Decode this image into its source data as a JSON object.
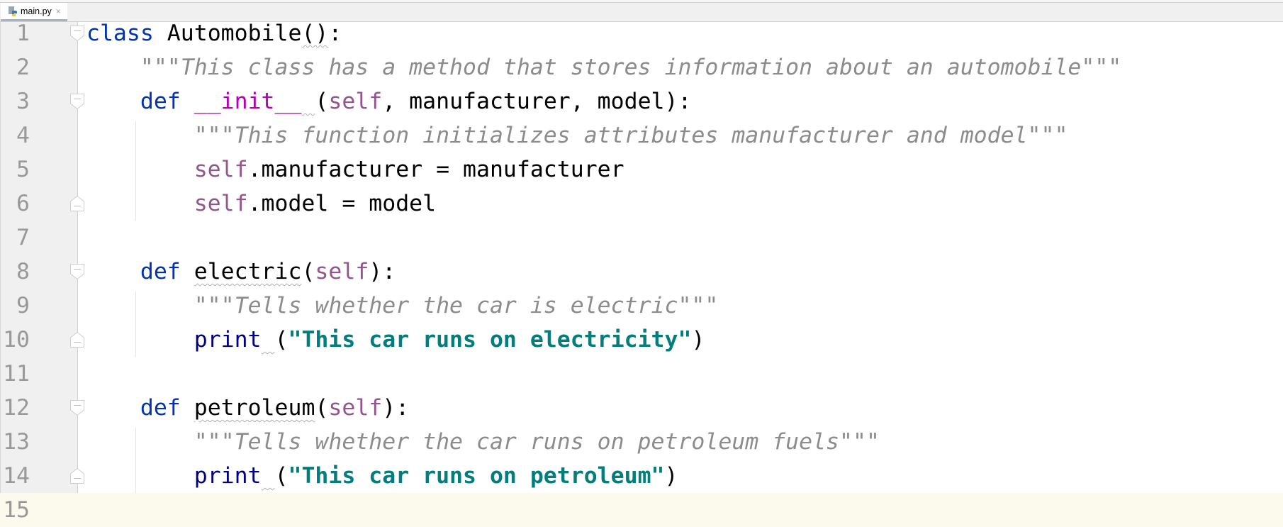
{
  "tab": {
    "label": "main.py",
    "icon": "python-file-icon",
    "close_glyph": "×"
  },
  "colors": {
    "keyword": "#0033b3",
    "magic_method": "#b200b2",
    "self": "#94558d",
    "docstring": "#8c8c8c",
    "builtin": "#000080",
    "string": "#067d7d",
    "line_number": "#999999",
    "current_line_bg": "#fcfaed",
    "gutter_bg": "#f0f0f0"
  },
  "editor": {
    "line_numbers": [
      "1",
      "2",
      "3",
      "4",
      "5",
      "6",
      "7",
      "8",
      "9",
      "10",
      "11",
      "12",
      "13",
      "14",
      "15"
    ],
    "lines": [
      {
        "tokens": [
          {
            "t": "class",
            "c": "kw"
          },
          {
            "t": " ",
            "c": "name"
          },
          {
            "t": "Automobile",
            "c": "name"
          },
          {
            "t": "()",
            "c": "name sq"
          },
          {
            "t": ":",
            "c": "name"
          }
        ]
      },
      {
        "tokens": [
          {
            "t": "    ",
            "c": "name"
          },
          {
            "t": "\"\"\"This class has a method that stores information about an automobile\"\"\"",
            "c": "doc"
          }
        ]
      },
      {
        "tokens": [
          {
            "t": "    ",
            "c": "name"
          },
          {
            "t": "def",
            "c": "kw"
          },
          {
            "t": " ",
            "c": "name"
          },
          {
            "t": "__init__",
            "c": "magic"
          },
          {
            "t": " ",
            "c": "name sq"
          },
          {
            "t": "(",
            "c": "name"
          },
          {
            "t": "self",
            "c": "selfc"
          },
          {
            "t": ", manufacturer, model):",
            "c": "name"
          }
        ]
      },
      {
        "tokens": [
          {
            "t": "        ",
            "c": "name"
          },
          {
            "t": "\"\"\"This function initializes attributes manufacturer and model\"\"\"",
            "c": "doc"
          }
        ]
      },
      {
        "tokens": [
          {
            "t": "        ",
            "c": "name"
          },
          {
            "t": "self",
            "c": "selfc"
          },
          {
            "t": ".manufacturer = manufacturer",
            "c": "name"
          }
        ]
      },
      {
        "tokens": [
          {
            "t": "        ",
            "c": "name"
          },
          {
            "t": "self",
            "c": "selfc"
          },
          {
            "t": ".model = model",
            "c": "name"
          }
        ]
      },
      {
        "tokens": []
      },
      {
        "tokens": [
          {
            "t": "    ",
            "c": "name"
          },
          {
            "t": "def",
            "c": "kw"
          },
          {
            "t": " ",
            "c": "name"
          },
          {
            "t": "electric",
            "c": "name sq"
          },
          {
            "t": "(",
            "c": "name"
          },
          {
            "t": "self",
            "c": "selfc"
          },
          {
            "t": "):",
            "c": "name"
          }
        ]
      },
      {
        "tokens": [
          {
            "t": "        ",
            "c": "name"
          },
          {
            "t": "\"\"\"Tells whether the car is electric\"\"\"",
            "c": "doc"
          }
        ]
      },
      {
        "tokens": [
          {
            "t": "        ",
            "c": "name"
          },
          {
            "t": "print",
            "c": "builtin"
          },
          {
            "t": " ",
            "c": "name sq"
          },
          {
            "t": "(",
            "c": "name"
          },
          {
            "t": "\"This car runs on electricity\"",
            "c": "str"
          },
          {
            "t": ")",
            "c": "name"
          }
        ]
      },
      {
        "tokens": []
      },
      {
        "tokens": [
          {
            "t": "    ",
            "c": "name"
          },
          {
            "t": "def",
            "c": "kw"
          },
          {
            "t": " ",
            "c": "name"
          },
          {
            "t": "petroleum",
            "c": "name sq"
          },
          {
            "t": "(",
            "c": "name"
          },
          {
            "t": "self",
            "c": "selfc"
          },
          {
            "t": "):",
            "c": "name"
          }
        ]
      },
      {
        "tokens": [
          {
            "t": "        ",
            "c": "name"
          },
          {
            "t": "\"\"\"Tells whether the car runs on petroleum fuels\"\"\"",
            "c": "doc"
          }
        ]
      },
      {
        "tokens": [
          {
            "t": "        ",
            "c": "name"
          },
          {
            "t": "print",
            "c": "builtin"
          },
          {
            "t": " ",
            "c": "name sq"
          },
          {
            "t": "(",
            "c": "name"
          },
          {
            "t": "\"This car runs on petroleum\"",
            "c": "str"
          },
          {
            "t": ")",
            "c": "name"
          }
        ]
      },
      {
        "tokens": []
      }
    ],
    "folds": [
      {
        "line": 1,
        "type": "start"
      },
      {
        "line": 3,
        "type": "start"
      },
      {
        "line": 6,
        "type": "end"
      },
      {
        "line": 8,
        "type": "start"
      },
      {
        "line": 10,
        "type": "end"
      },
      {
        "line": 12,
        "type": "start"
      },
      {
        "line": 14,
        "type": "end"
      }
    ],
    "current_line": 15
  }
}
